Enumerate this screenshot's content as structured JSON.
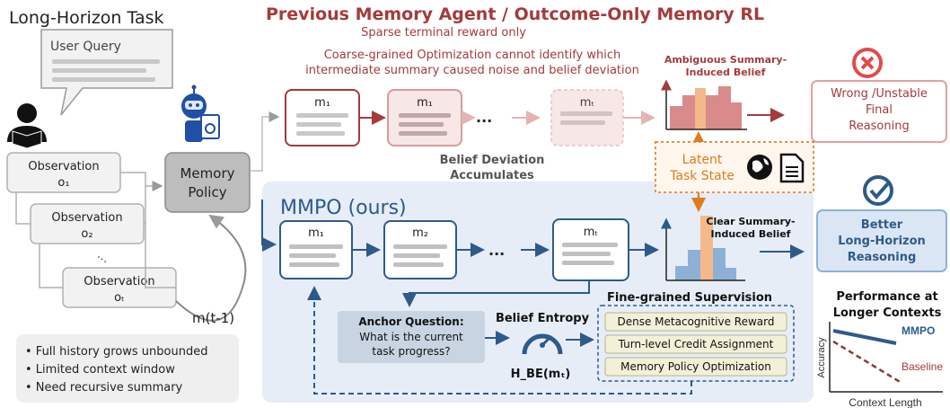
{
  "left": {
    "title": "Long-Horizon Task",
    "user_query": "User Query",
    "obs1_label": "Observation",
    "obs1_sub": "o₁",
    "obs2_label": "Observation",
    "obs2_sub": "o₂",
    "obsT_label": "Observation",
    "obsT_sub": "oₜ",
    "dots": "...",
    "memory_policy_line1": "Memory",
    "memory_policy_line2": "Policy",
    "m_prev": "m(t-1)",
    "notes": [
      "• Full history grows unbounded",
      "• Limited context window",
      "• Need recursive summary"
    ]
  },
  "top": {
    "title": "Previous Memory Agent / Outcome-Only Memory RL",
    "subtitle": "Sparse terminal reward only",
    "note_line1": "Coarse-grained Optimization cannot identify which",
    "note_line2": "intermediate summary caused noise and belief deviation",
    "m1": "m₁",
    "m1b": "m₁",
    "dots": "...",
    "mt": "mₜ",
    "belief_dev_line1": "Belief Deviation",
    "belief_dev_line2": "Accumulates",
    "ambig_line1": "Ambiguous Summary-",
    "ambig_line2": "Induced Belief",
    "wrong_line1": "Wrong /Unstable",
    "wrong_line2": "Final",
    "wrong_line3": "Reasoning"
  },
  "latent": {
    "line1": "Latent",
    "line2": "Task State"
  },
  "bottom": {
    "title": "MMPO (ours)",
    "m1": "m₁",
    "m2": "m₂",
    "dots": "...",
    "mt": "mₜ",
    "clear_line1": "Clear Summary-",
    "clear_line2": "Induced Belief",
    "better_line1": "Better",
    "better_line2": "Long-Horizon",
    "better_line3": "Reasoning",
    "anchor_title": "Anchor Question:",
    "anchor_line1": "What is the current",
    "anchor_line2": "task progress?",
    "entropy_title": "Belief Entropy",
    "entropy_formula": "H_BE(mₜ)",
    "fine_title": "Fine-grained Supervision",
    "fine_items": [
      "Dense Metacognitive Reward",
      "Turn-level Credit Assignment",
      "Memory Policy Optimization"
    ]
  },
  "perf": {
    "title_line1": "Performance at",
    "title_line2": "Longer Contexts",
    "ylabel": "Accuracy",
    "xlabel": "Context Length",
    "mmpo": "MMPO",
    "baseline": "Baseline"
  },
  "colors": {
    "red": "#a53a3a",
    "blue": "#2e5a8a",
    "orange": "#e07a1a",
    "panel_blue": "#e6edf7",
    "gray_box": "#d9d9d9"
  }
}
